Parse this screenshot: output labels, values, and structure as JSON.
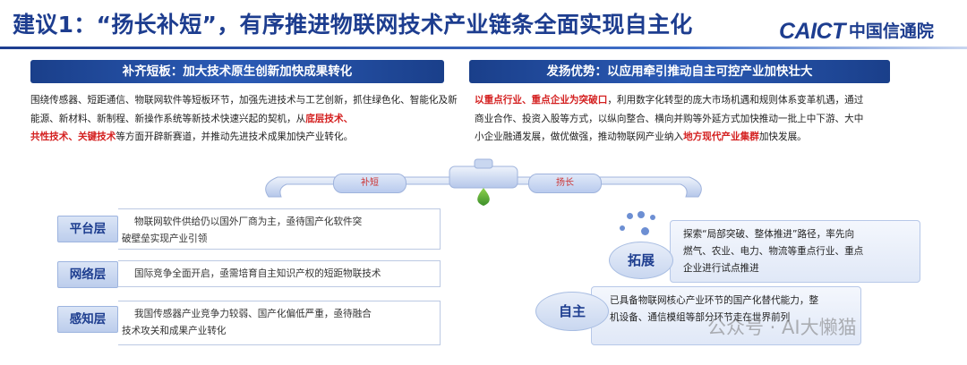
{
  "title": "建议1：“扬长补短”，有序推进物联网技术产业链条全面实现自主化",
  "logo": {
    "brand": "CAICT",
    "name_cn": "中国信通院"
  },
  "left": {
    "header": "补齐短板：加大技术原生创新加快成果转化",
    "para": [
      "围绕传感器、短距通信、物联网软件等短板环节，加强先进技术与工艺创新，抓住绿色化、",
      "智能化及新能源、新材料、新制程、新操作系统等新技术快速兴起的契机，从",
      "底层技术、",
      "共性技术、关键技术",
      "等方面开辟新赛道，并推动先进技术成果加快产业转化。"
    ]
  },
  "right": {
    "header": "发扬优势：以应用牵引推动自主可控产业加快壮大",
    "para": [
      "以重点行业、重点企业为突破口",
      "，利用数字化转型的庞大市场机遇和规则体系变革机遇，通过",
      "商业合作、投资入股等方式，以纵向整合、横向并购等外延方式加快推动一批上中下游、大中",
      "小企业融通发展，做优做强，推动物联网产业纳入",
      "地方现代产业集群",
      "加快发展。"
    ]
  },
  "connector": {
    "left_label": "补短",
    "right_label": "扬长"
  },
  "layers": [
    {
      "label": "平台层",
      "lines": [
        "物联网软件供给仍以国外厂商为主，亟待国产化软件突",
        "破壁垒实现产业引领"
      ]
    },
    {
      "label": "网络层",
      "lines": [
        "国际竞争全面开启，亟需培育自主知识产权的短距物联技术"
      ]
    },
    {
      "label": "感知层",
      "lines": [
        "我国传感器产业竞争力较弱、国产化偏低严重，亟待融合",
        "技术攻关和成果产业转化"
      ]
    }
  ],
  "bubbles": {
    "expand": {
      "label": "拓展",
      "lines": [
        "探索“局部突破、整体推进”路径，率先向",
        "燃气、农业、电力、物流等重点行业、重点",
        "企业进行试点推进"
      ]
    },
    "auto": {
      "label": "自主",
      "lines": [
        "已具备物联网核心产业环节的国产化替代能力，整",
        "机设备、通信模组等部分环节走在世界前列"
      ]
    }
  },
  "watermark": "公众号 · AI大懒猫",
  "colors": {
    "brand_blue": "#1d3d8f",
    "highlight_red": "#d42020"
  }
}
